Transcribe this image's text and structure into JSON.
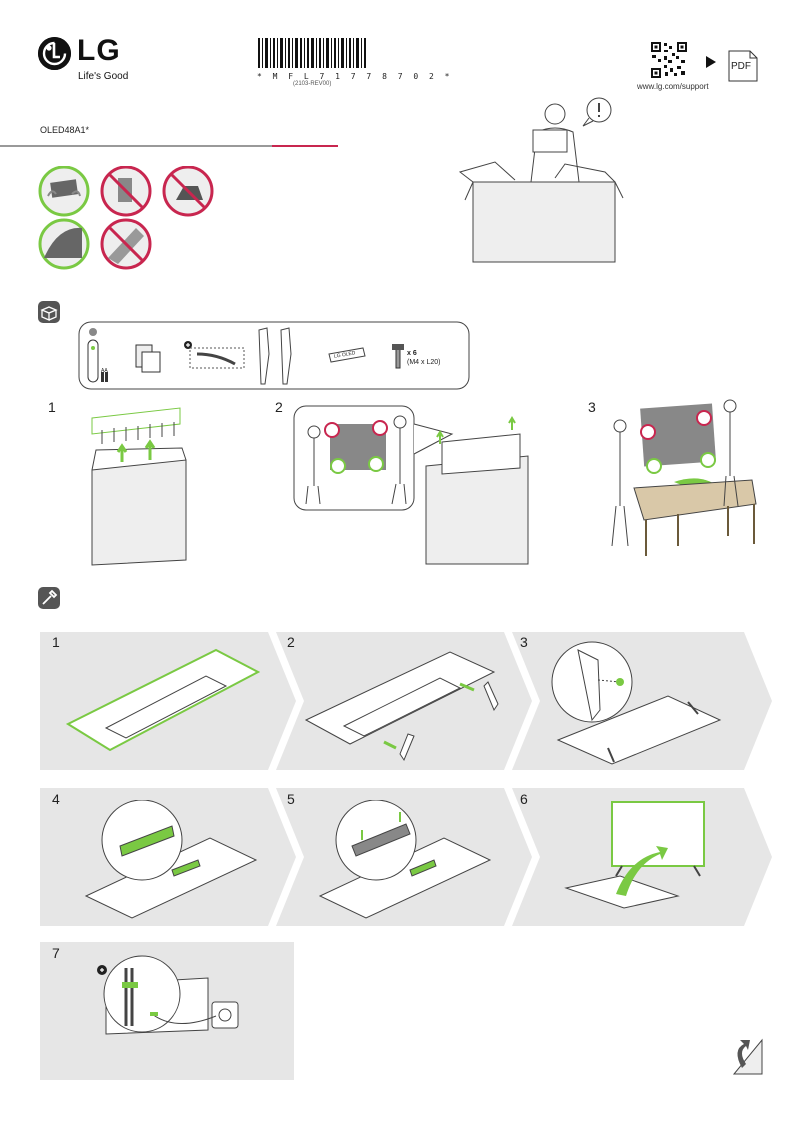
{
  "header": {
    "brand": "LG",
    "tagline": "Life's Good",
    "barcode_number": "* M F L 7 1 7 7 8 7 0 2 *",
    "barcode_revision": "(2103-REV00)",
    "support_url": "www.lg.com/support",
    "pdf_label": "PDF",
    "model": "OLED48A1*"
  },
  "accessories": {
    "screw_count": "x 6",
    "screw_size": "(M4 x L20)",
    "remote_batteries": "AA",
    "flat_cover_label": "LG OLED"
  },
  "unboxing_steps": [
    "1",
    "2",
    "3"
  ],
  "assembly_steps": [
    "1",
    "2",
    "3",
    "4",
    "5",
    "6",
    "7"
  ],
  "colors": {
    "accent_green": "#7ac943",
    "accent_red": "#c8264f",
    "panel_grey": "#e6e6e6"
  }
}
